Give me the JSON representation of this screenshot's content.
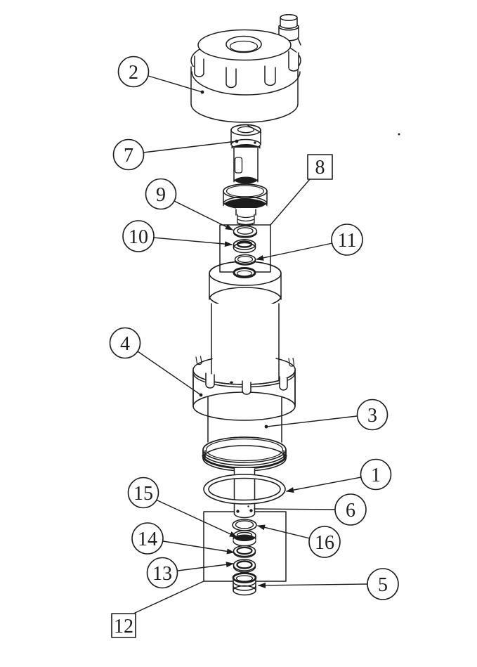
{
  "diagram": {
    "background_color": "#ffffff",
    "line_color": "#1c1c1c",
    "callouts": {
      "c1": {
        "label": "1",
        "shape": "circle"
      },
      "c2": {
        "label": "2",
        "shape": "circle"
      },
      "c3": {
        "label": "3",
        "shape": "circle"
      },
      "c4": {
        "label": "4",
        "shape": "circle"
      },
      "c5": {
        "label": "5",
        "shape": "circle"
      },
      "c6": {
        "label": "6",
        "shape": "circle"
      },
      "c7": {
        "label": "7",
        "shape": "circle"
      },
      "c8": {
        "label": "8",
        "shape": "square"
      },
      "c9": {
        "label": "9",
        "shape": "circle"
      },
      "c10": {
        "label": "10",
        "shape": "circle"
      },
      "c11": {
        "label": "11",
        "shape": "circle"
      },
      "c12": {
        "label": "12",
        "shape": "square"
      },
      "c13": {
        "label": "13",
        "shape": "circle"
      },
      "c14": {
        "label": "14",
        "shape": "circle"
      },
      "c15": {
        "label": "15",
        "shape": "circle"
      },
      "c16": {
        "label": "16",
        "shape": "circle"
      }
    }
  }
}
